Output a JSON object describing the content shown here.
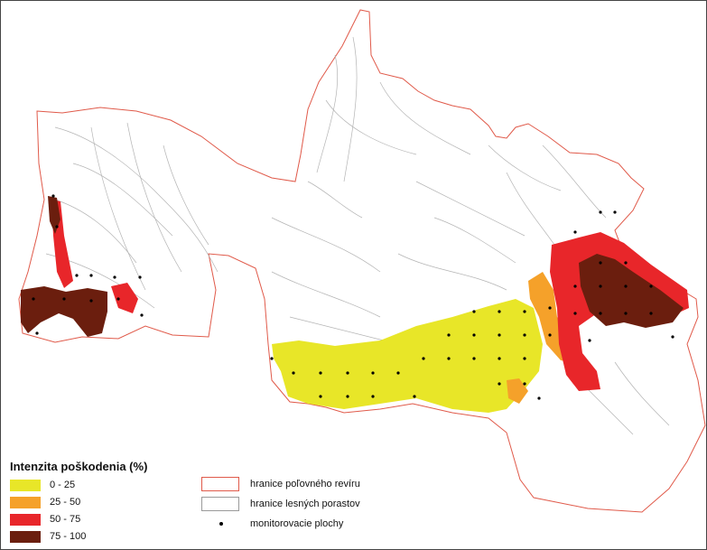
{
  "legend": {
    "title": "Intenzita poškodenia (%)",
    "classes": [
      {
        "label": "0 - 25",
        "color": "#e8e628"
      },
      {
        "label": "25 - 50",
        "color": "#f5a12a"
      },
      {
        "label": "50 - 75",
        "color": "#e8262a"
      },
      {
        "label": "75 - 100",
        "color": "#6b1e0e"
      }
    ],
    "lines": [
      {
        "label": "hranice poľovného revíru",
        "color": "#e05a4a"
      },
      {
        "label": "hranice lesných porastov",
        "color": "#9a9a9a"
      },
      {
        "label": "monitorovacie plochy",
        "color": "#000000"
      }
    ]
  }
}
